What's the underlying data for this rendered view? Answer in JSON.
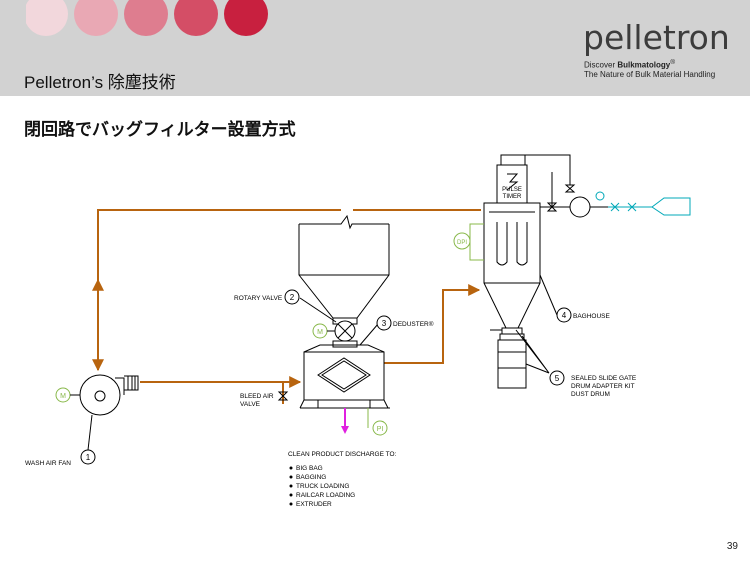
{
  "header": {
    "title": "Pelletron’s 除塵技術",
    "logo": "pelletron",
    "tagline_prefix": "Discover ",
    "tagline_brand": "Bulkmatology",
    "tagline_mark": "®",
    "tagline2": "The Nature of Bulk Material Handling"
  },
  "subtitle": "閉回路でバッグフィルター設置方式",
  "diagram": {
    "pulse_timer": [
      "PULSE",
      "TIMER"
    ],
    "dpi_label": "DPI",
    "pi_label": "PI",
    "motor_label": "M",
    "components": [
      {
        "num": "1",
        "label": "WASH AIR FAN"
      },
      {
        "num": "2",
        "label": "ROTARY VALVE"
      },
      {
        "num": "3",
        "label": "DEDUSTER®"
      },
      {
        "num": "4",
        "label": "BAGHOUSE"
      },
      {
        "num": "5",
        "label": [
          "SEALED SLIDE GATE",
          "DRUM ADAPTER KIT",
          "DUST DRUM"
        ]
      }
    ],
    "bleed": [
      "BLEED AIR",
      "VALVE"
    ],
    "discharge_title": "CLEAN PRODUCT DISCHARGE TO:",
    "discharge_items": [
      "BIG BAG",
      "BAGGING",
      "TRUCK LOADING",
      "RAILCAR LOADING",
      "EXTRUDER"
    ]
  },
  "colors": {
    "duct": "#b8640f",
    "instrument": "#88b84a",
    "air": "#00a8b8",
    "product": "#e020e0",
    "dots": [
      "#f2d7dc",
      "#e9a8b4",
      "#de7d8f",
      "#d44e66",
      "#c8203f"
    ]
  },
  "page_number": "39"
}
